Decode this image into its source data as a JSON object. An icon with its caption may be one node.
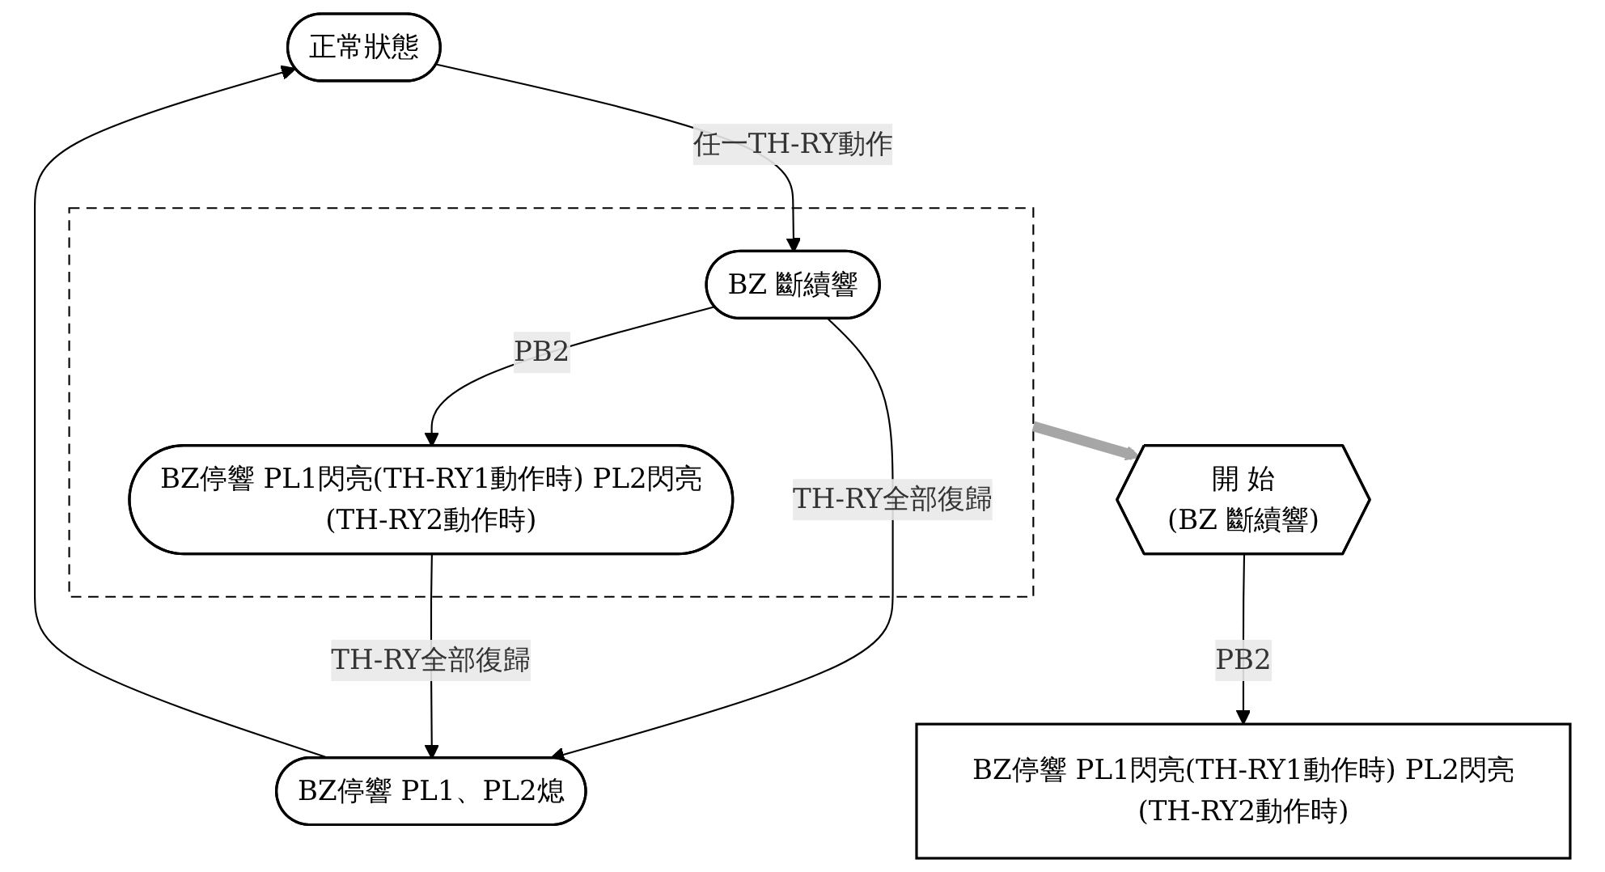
{
  "diagram": {
    "nodes": [
      {
        "text": [
          "正常狀態"
        ]
      },
      {
        "text": [],
        "shape": "box"
      },
      {
        "text": [
          "BZ 斷續響"
        ],
        "in": 1
      },
      {
        "text": [
          "BZ停響 PL1閃亮(TH-RY1動作時) PL2閃亮(TH-RY2動作時)"
        ],
        "in": 1
      },
      {
        "text": [
          "BZ停響 PL1、PL2熄"
        ]
      },
      {
        "text": [
          "開 始",
          "(BZ 斷續響)"
        ]
      },
      {
        "text": [
          "BZ停響 PL1閃亮(TH-RY1動作時) PL2閃亮(TH-RY2動作時)"
        ]
      }
    ],
    "edges": [
      {
        "from": 0,
        "to": 2,
        "arrow": "to",
        "label": "任一TH-RY動作"
      },
      {
        "from": 2,
        "to": 3,
        "arrow": "to",
        "label": "PB2"
      },
      {
        "from": 2,
        "to": 4,
        "arrow": "to",
        "label": "TH-RY全部復歸"
      },
      {
        "from": 3,
        "to": 4,
        "arrow": "to",
        "label": "TH-RY全部復歸"
      },
      {
        "from": 4,
        "to": 0,
        "arrow": "to"
      },
      {
        "from": 1,
        "to": 5,
        "arrow": "to",
        "style": "thick",
        "color": "#a6a6a6"
      },
      {
        "from": 5,
        "to": 6,
        "arrow": "to",
        "label": "PB2"
      }
    ]
  }
}
